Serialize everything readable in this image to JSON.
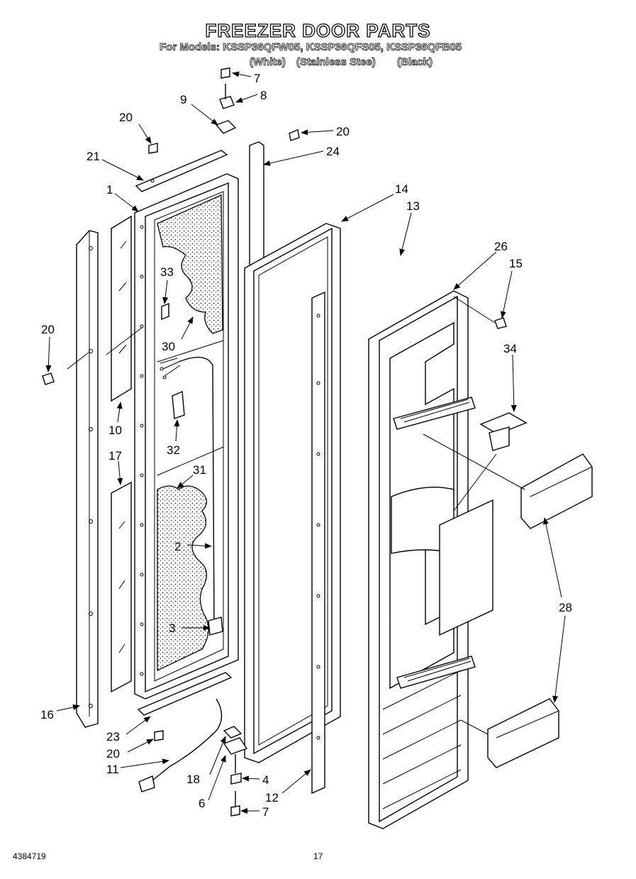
{
  "header": {
    "title": "FREEZER DOOR PARTS",
    "models_line": "For Models: KSSP36QFW05, KSSP36QFS05, KSSP36QFB05",
    "finishes": [
      "(White)",
      "(Stainless Stee)",
      "(Black)"
    ]
  },
  "callouts": [
    "7",
    "8",
    "9",
    "20",
    "20",
    "24",
    "21",
    "1",
    "14",
    "13",
    "26",
    "15",
    "33",
    "30",
    "20",
    "34",
    "10",
    "32",
    "17",
    "31",
    "2",
    "28",
    "3",
    "16",
    "23",
    "20",
    "11",
    "18",
    "4",
    "6",
    "12",
    "7"
  ],
  "footer": {
    "doc_number": "4384719",
    "page_number": "17"
  }
}
